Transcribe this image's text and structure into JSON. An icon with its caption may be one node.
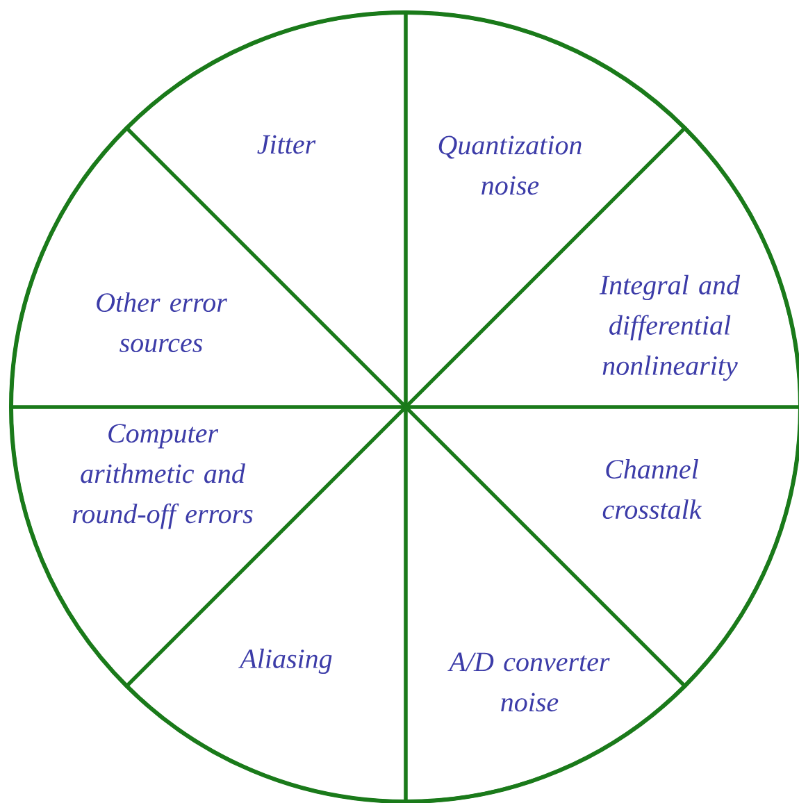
{
  "diagram": {
    "nodes": [
      {
        "text": [],
        "shape": "circle"
      },
      {
        "text": [
          "Jitter"
        ],
        "in": 0
      },
      {
        "text": [
          "Quantization noise"
        ],
        "in": 0
      },
      {
        "text": [
          "Other error sources"
        ],
        "in": 0
      },
      {
        "text": [
          "Integral and differential nonlinearity"
        ],
        "in": 0
      },
      {
        "text": [
          "Computer arithmetic and round-off errors"
        ],
        "in": 0
      },
      {
        "text": [
          "Channel crosstalk"
        ],
        "in": 0
      },
      {
        "text": [
          "Aliasing"
        ],
        "in": 0
      },
      {
        "text": [
          "A/D converter noise"
        ],
        "in": 0
      }
    ]
  }
}
